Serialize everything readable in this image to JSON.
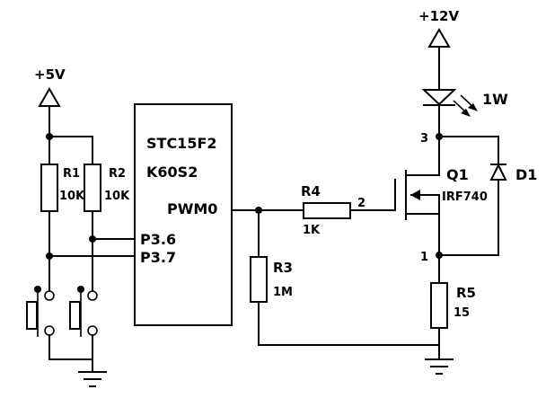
{
  "rails": {
    "v5": "+5V",
    "v12": "+12V"
  },
  "mcu": {
    "name_line1": "STC15F2",
    "name_line2": "K60S2",
    "pin_pwm": "PWM0",
    "pin_p36": "P3.6",
    "pin_p37": "P3.7"
  },
  "r1": {
    "ref": "R1",
    "value": "10K"
  },
  "r2": {
    "ref": "R2",
    "value": "10K"
  },
  "r3": {
    "ref": "R3",
    "value": "1M"
  },
  "r4": {
    "ref": "R4",
    "value": "1K"
  },
  "r5": {
    "ref": "R5",
    "value": "15"
  },
  "led": {
    "power": "1W"
  },
  "q1": {
    "ref": "Q1",
    "part": "IRF740",
    "pin_gate": "2",
    "pin_drain": "3",
    "pin_source": "1"
  },
  "d1": {
    "ref": "D1"
  }
}
